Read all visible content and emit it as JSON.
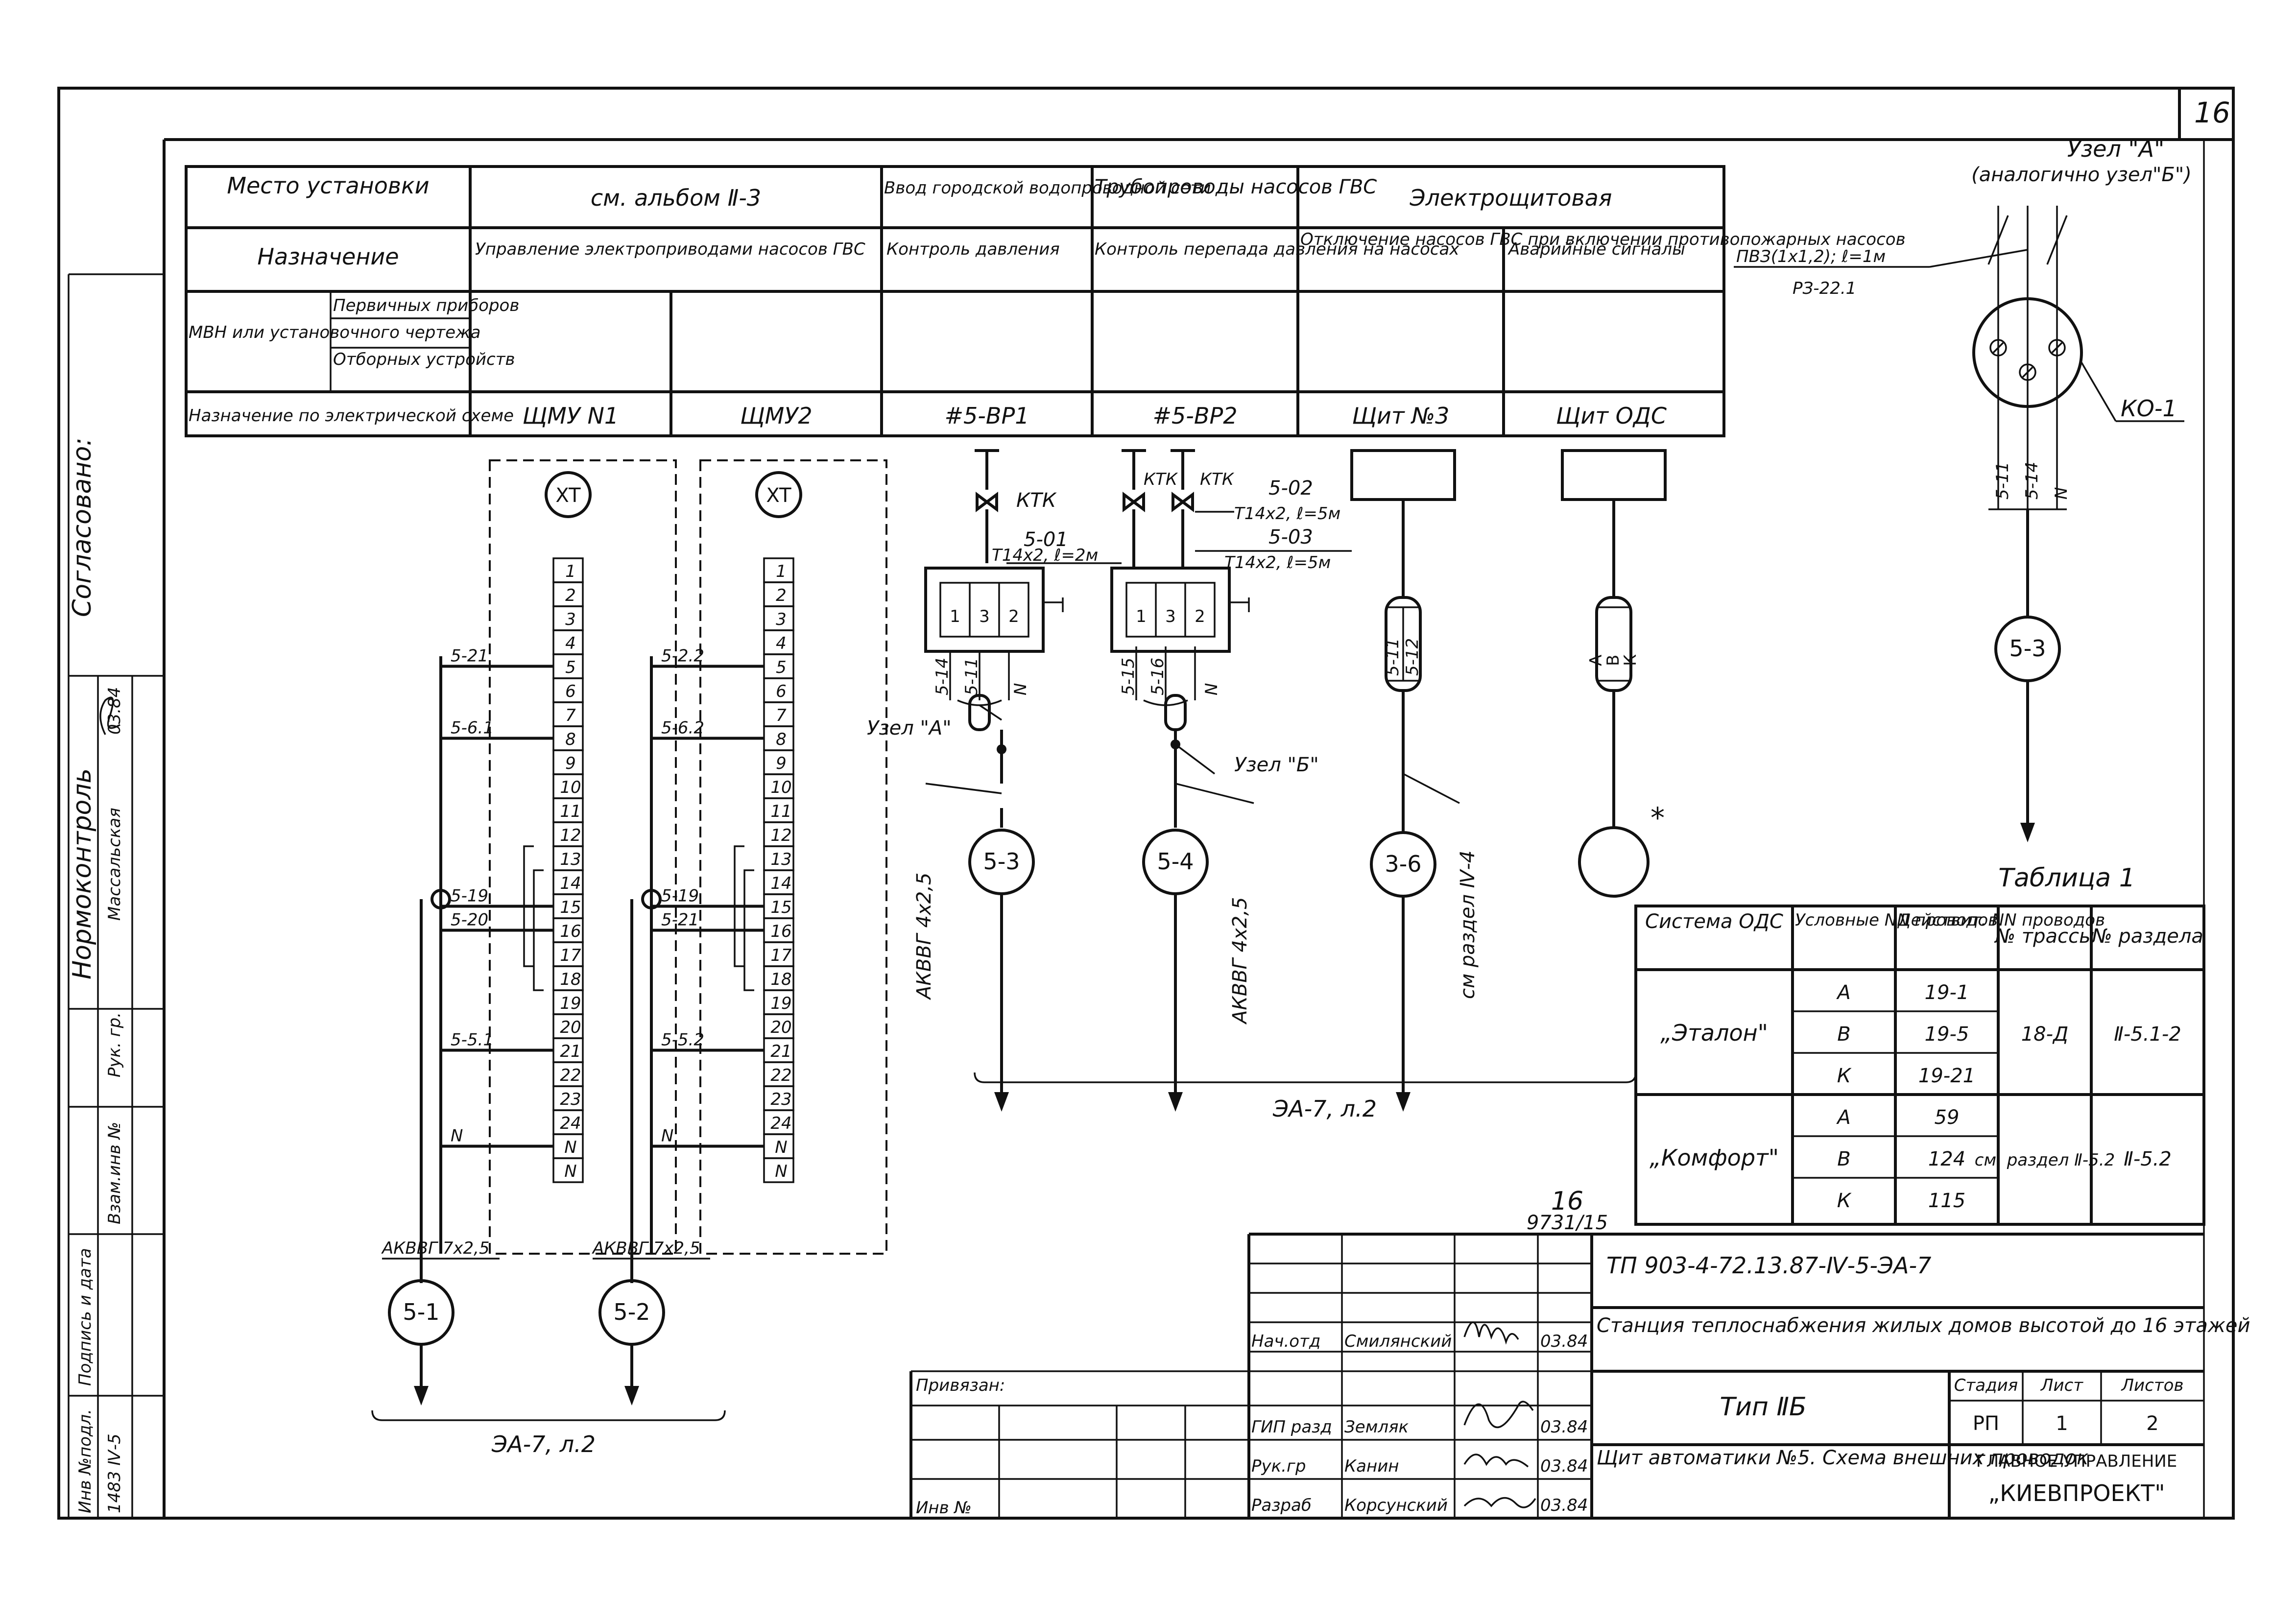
{
  "sheet_number_corner": "16",
  "header_table": {
    "row1": {
      "label": "Место установки",
      "album": "см. альбом Ⅱ-3",
      "input": "Ввод городской водопроводной сети",
      "pipes": "Трубопроводы насосов ГВС",
      "panel_room": "Электрощитовая"
    },
    "row2": {
      "label": "Назначение",
      "motor_ctrl": "Управление электроприводами насосов ГВС",
      "pressure": "Контроль давления",
      "diff_pressure": "Контроль перепада давления на насосах",
      "shutdown": "Отключение насосов ГВС при включении противопожарных насосов",
      "alarm": "Аварийные сигналы"
    },
    "row3": {
      "label": "МВН или установочного чертежа",
      "primary": "Первичных приборов",
      "taps": "Отборных устройств"
    },
    "row4": {
      "label": "Назначение по электрической схеме",
      "c1": "ЩМУ N1",
      "c2": "ЩМУ2",
      "c3": "#5-ВР1",
      "c4": "#5-ВР2",
      "c5": "Щит №3",
      "c6": "Щит ОДС"
    }
  },
  "terminal_blocks": [
    {
      "name": "XT",
      "terminals": [
        "1",
        "2",
        "3",
        "4",
        "5",
        "6",
        "7",
        "8",
        "9",
        "10",
        "11",
        "12",
        "13",
        "14",
        "15",
        "16",
        "17",
        "18",
        "19",
        "20",
        "21",
        "22",
        "23",
        "24",
        "N",
        "N"
      ],
      "wires": [
        "5-21",
        "5-6.1",
        "5-19",
        "5-20",
        "5-5.1",
        "N"
      ],
      "cable": "АКВВГ 7х2,5",
      "circle": "5-1"
    },
    {
      "name": "XT",
      "terminals": [
        "1",
        "2",
        "3",
        "4",
        "5",
        "6",
        "7",
        "8",
        "9",
        "10",
        "11",
        "12",
        "13",
        "14",
        "15",
        "16",
        "17",
        "18",
        "19",
        "20",
        "21",
        "22",
        "23",
        "24",
        "N",
        "N"
      ],
      "wires": [
        "5-2.2",
        "5-6.2",
        "5-19",
        "5-21",
        "5-5.2",
        "N"
      ],
      "cable": "АКВВГ 7х2,5",
      "circle": "5-2"
    }
  ],
  "bottom_left_ref": "ЭА-7, л.2",
  "sensors": [
    {
      "valve": "КТК",
      "wire_a": "5-01",
      "tube_a": "Т14х2, ℓ=2м",
      "terms": [
        "1",
        "3",
        "2"
      ],
      "wires": [
        "5-14",
        "5-11",
        "N"
      ],
      "node": "Узел \"А\"",
      "circle": "5-3",
      "cable": "АКВВГ 4х2,5"
    },
    {
      "valves": [
        "КТК",
        "КТК"
      ],
      "wire_b": "5-02",
      "tube_b": "Т14х2, ℓ=5м",
      "wire_c": "5-03",
      "tube_c": "Т14х2, ℓ=5м",
      "terms": [
        "1",
        "3",
        "2"
      ],
      "wires": [
        "5-15",
        "5-16",
        "N"
      ],
      "node": "Узел \"Б\"",
      "circle": "5-4",
      "cable": "АКВВГ 4х2,5"
    }
  ],
  "panel3": {
    "wires": [
      "5-11",
      "5-12"
    ],
    "circle": "3-6",
    "ref": "см раздел Ⅳ-4"
  },
  "panel_ods": {
    "wires": [
      "А",
      "В",
      "К"
    ],
    "mark": "*"
  },
  "mid_ref": "ЭА-7, л.2",
  "node_a": {
    "title": "Узел \"А\"",
    "subtitle": "(аналогично узел\"Б\")",
    "wire": "ПВЗ(1х1,2); ℓ=1м",
    "code": "РЗ-22.1",
    "ko": "КО-1",
    "wires": [
      "5-11",
      "5-14",
      "N"
    ],
    "circle": "5-3"
  },
  "table1": {
    "caption": "Таблица 1",
    "headers": [
      "Система ОДС",
      "Условные NN проводов",
      "Действит. NN проводов",
      "№ трассы",
      "№ раздела"
    ],
    "rows": [
      {
        "sys": "„Эталон\"",
        "cond": [
          "А",
          "В",
          "К"
        ],
        "act": [
          "19-1",
          "19-5",
          "19-21"
        ],
        "route": "18-Д",
        "section": "Ⅱ-5.1-2"
      },
      {
        "sys": "„Комфорт\"",
        "cond": [
          "А",
          "В",
          "К"
        ],
        "act": [
          "59",
          "124",
          "115"
        ],
        "route": "см. раздел Ⅱ-5.2",
        "section": "Ⅱ-5.2"
      }
    ]
  },
  "stamp": {
    "sheet_no": "16",
    "archive_no": "9731/15",
    "doc_code": "ТП 903-4-72.13.87-Ⅳ-5-ЭА-7",
    "project": "Станция теплоснабжения жилых домов высотой до 16 этажей",
    "type": "Тип ⅡБ",
    "title": "Щит автоматики №5. Схема внешних проводок",
    "org_line1": "ГЛАВНОЕ УПРАВЛЕНИЕ",
    "org_line2": "„КИЕВПРОЕКТ\"",
    "stage_label": "Стадия",
    "sheet_label": "Лист",
    "sheets_label": "Листов",
    "stage": "РП",
    "sheet": "1",
    "sheets": "2",
    "bound": "Привязан:",
    "inv": "Инв №",
    "people": [
      {
        "role": "Нач.отд",
        "name": "Смилянский",
        "date": "03.84"
      },
      {
        "role": "ГИП разд",
        "name": "Земляк",
        "date": "03.84"
      },
      {
        "role": "Рук.гр",
        "name": "Канин",
        "date": "03.84"
      },
      {
        "role": "Разраб",
        "name": "Корсунский",
        "date": "03.84"
      }
    ]
  },
  "side_margin": {
    "agreed": "Согласовано:",
    "normcontrol": "Нормоконтроль",
    "norm_name": "Массальская",
    "norm_date": "03.84",
    "group_head": "Рук. гр.",
    "inv_orig": "Инв №подл.",
    "inv_orig_val": "1483 Ⅳ-5",
    "sign_date": "Подпись и дата",
    "inv_replace": "Взам.инв №"
  }
}
